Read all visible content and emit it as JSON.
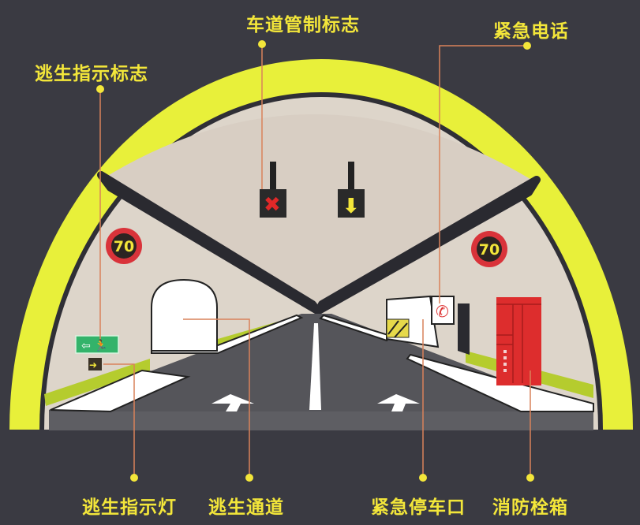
{
  "labels": {
    "lane_control_sign": "车道管制标志",
    "emergency_phone": "紧急电话",
    "evacuation_sign": "逃生指示标志",
    "evacuation_light": "逃生指示灯",
    "escape_passage": "逃生通道",
    "emergency_parking_bay": "紧急停车口",
    "fire_hydrant_box": "消防栓箱"
  },
  "speed_limits": [
    "70",
    "70"
  ],
  "lane_signals": [
    "red-x-icon",
    "yellow-down-arrow-icon"
  ],
  "colors": {
    "background": "#3a3a42",
    "arch": "#e8f03a",
    "label": "#f3e63a",
    "leader_line": "#d9825a",
    "wall": "#ddd5ca",
    "road": "#55555a",
    "fire_box": "#dd2d2d"
  }
}
